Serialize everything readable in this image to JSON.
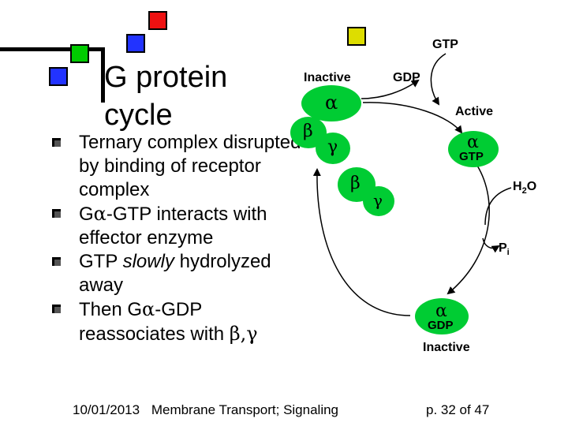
{
  "slide": {
    "title_line1": "G protein",
    "title_line2": "cycle",
    "bullets": [
      {
        "pre": "Ternary complex disrupted by binding of receptor complex"
      },
      {
        "pre": "G",
        "greek": "α",
        "post": "-GTP interacts with effector enzyme"
      },
      {
        "pre": "GTP ",
        "italic": "slowly",
        "post": " hydrolyzed away"
      },
      {
        "pre": "Then G",
        "greek": "α",
        "mid": "-GDP reassociates with ",
        "greek2": "β,γ"
      }
    ],
    "footer_date": "10/01/2013",
    "footer_title": "Membrane Transport; Signaling",
    "footer_page": "p. 32 of 47"
  },
  "diagram": {
    "labels": {
      "inactive_top": "Inactive",
      "gtp_top": "GTP",
      "gdp_top": "GDP",
      "active": "Active",
      "h2o_main": "H",
      "h2o_sub": "2",
      "h2o_tail": "O",
      "pi_main": "P",
      "pi_sub": "i",
      "inactive_bottom": "Inactive"
    },
    "subunits": {
      "alpha": "α",
      "beta": "β",
      "gamma": "γ",
      "gtp_in_alpha": "GTP",
      "gdp_in_alpha": "GDP"
    },
    "colors": {
      "subunit_fill": "#00cc33",
      "decor_green": "#00cc00",
      "decor_blue": "#2233ff",
      "decor_red": "#ee1111",
      "decor_yellow": "#dddd00"
    }
  }
}
